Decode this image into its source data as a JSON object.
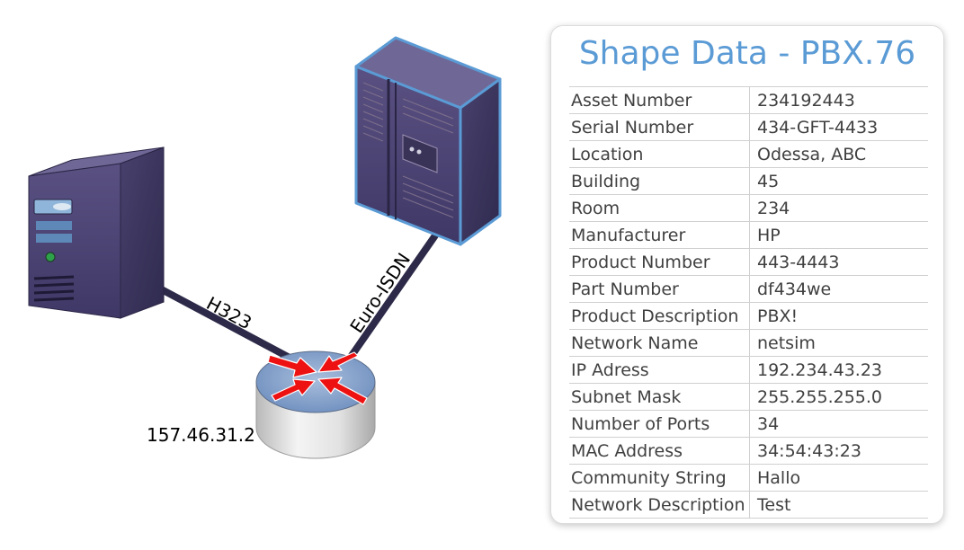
{
  "diagram": {
    "links": [
      {
        "label": "H323"
      },
      {
        "label": "Euro-ISDN"
      }
    ],
    "router_ip": "157.46.31.2",
    "colors": {
      "link": "#2c2a48",
      "server_front": "#4f4676",
      "server_side": "#3c3560",
      "server_top": "#6f6896",
      "router_top": "#8da7cc",
      "arrows": "#ee1111"
    },
    "icons": [
      "server-icon",
      "pbx-cabinet-icon",
      "router-icon"
    ]
  },
  "panel": {
    "title": "Shape Data - PBX.76",
    "title_color": "#5b9bd5",
    "rows": [
      {
        "key": "Asset Number",
        "value": "234192443"
      },
      {
        "key": "Serial Number",
        "value": "434-GFT-4433"
      },
      {
        "key": "Location",
        "value": "Odessa, ABC"
      },
      {
        "key": "Building",
        "value": "45"
      },
      {
        "key": "Room",
        "value": "234"
      },
      {
        "key": "Manufacturer",
        "value": "HP"
      },
      {
        "key": "Product Number",
        "value": "443-4443"
      },
      {
        "key": "Part Number",
        "value": "df434we"
      },
      {
        "key": "Product Description",
        "value": "PBX!"
      },
      {
        "key": "Network Name",
        "value": "netsim"
      },
      {
        "key": "IP Adress",
        "value": "192.234.43.23"
      },
      {
        "key": "Subnet Mask",
        "value": "255.255.255.0"
      },
      {
        "key": "Number of Ports",
        "value": "34"
      },
      {
        "key": "MAC Address",
        "value": "34:54:43:23"
      },
      {
        "key": "Community String",
        "value": "Hallo"
      },
      {
        "key": "Network Description",
        "value": "Test"
      }
    ]
  }
}
